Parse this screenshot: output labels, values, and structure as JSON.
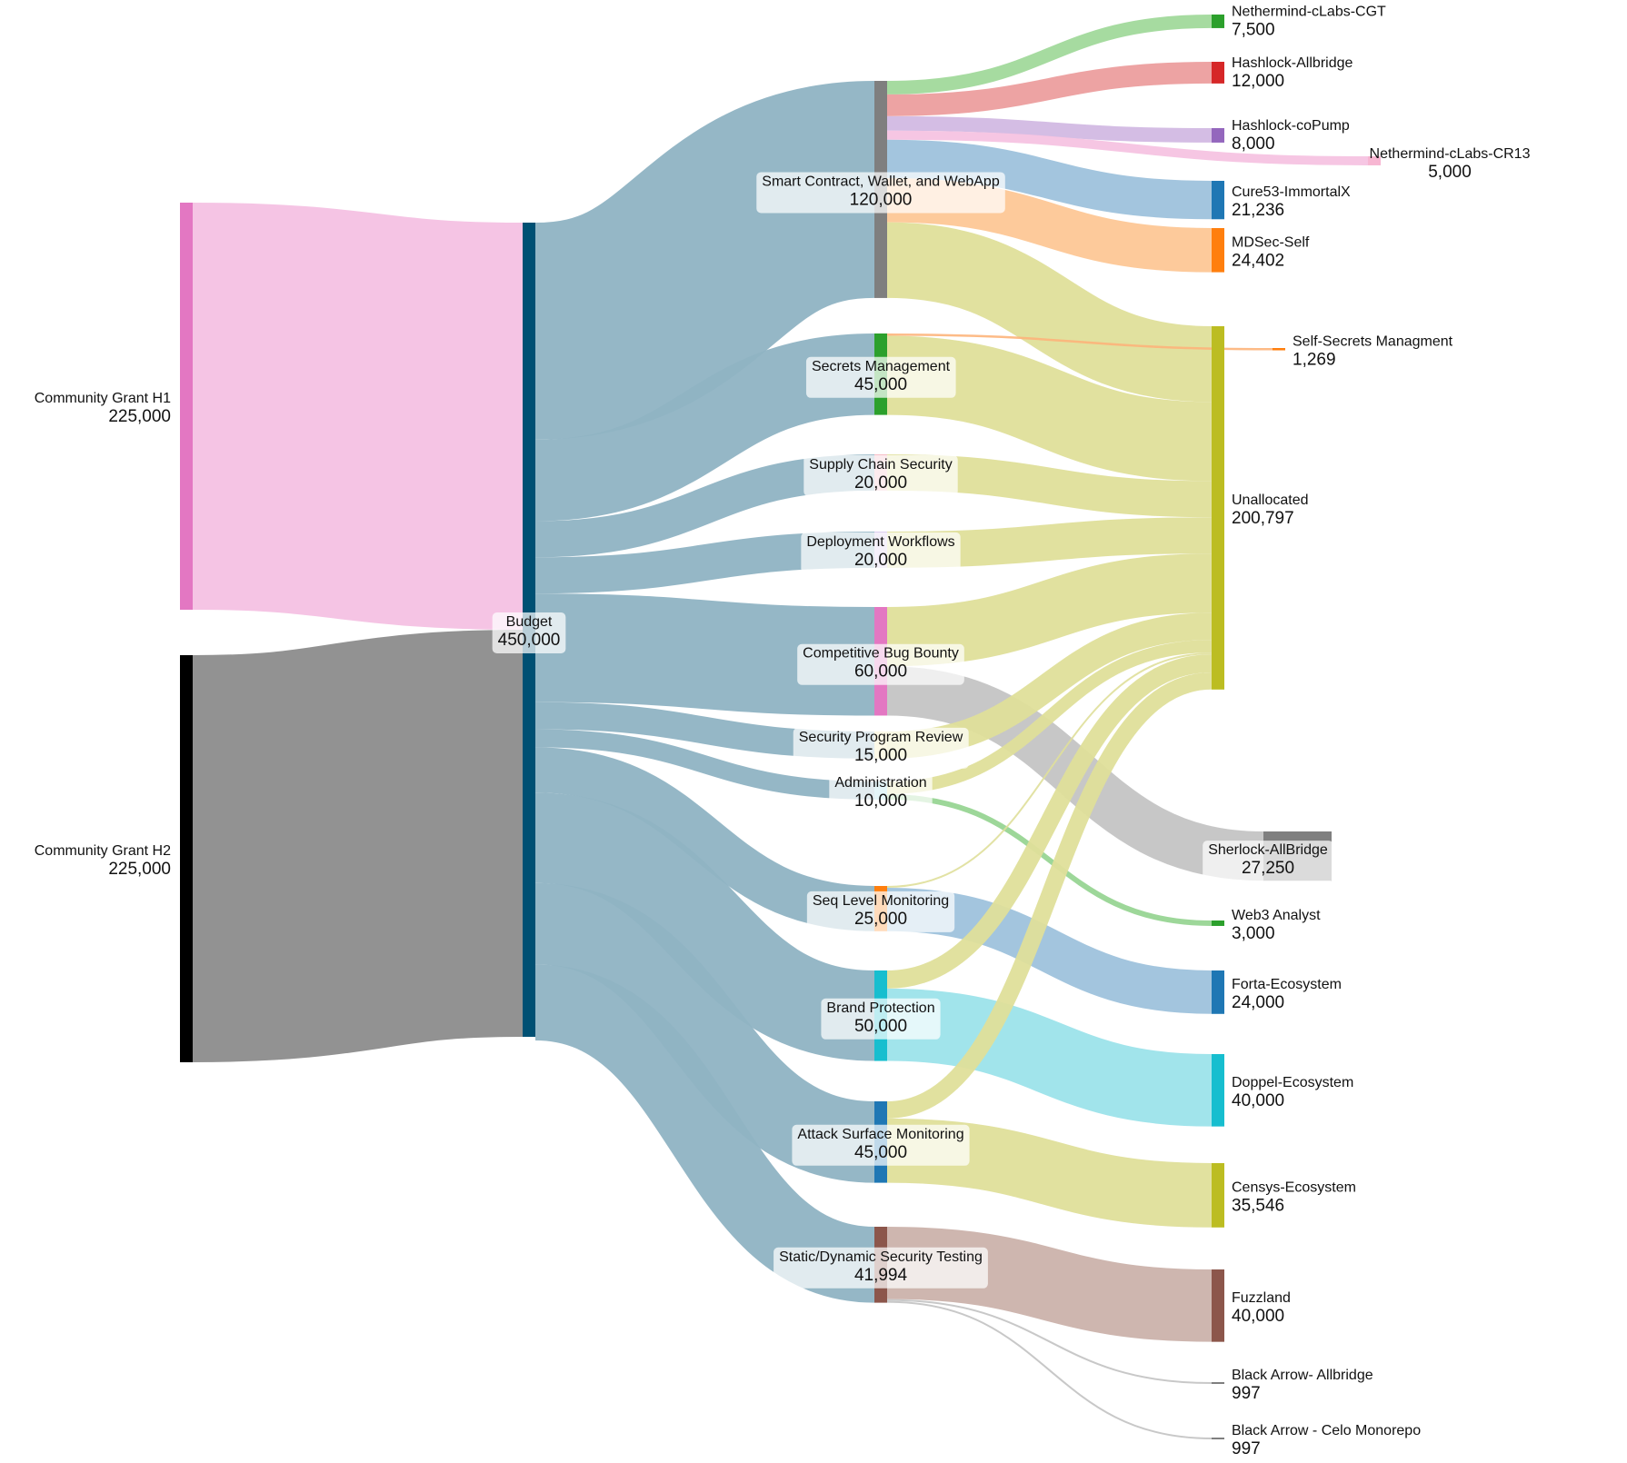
{
  "chart_data": {
    "type": "sankey",
    "title": "",
    "units": "",
    "nodes": [
      {
        "id": "h1",
        "name": "Community Grant H1",
        "value": 225000,
        "color": "#e377c2",
        "column": 0
      },
      {
        "id": "h2",
        "name": "Community Grant H2",
        "value": 225000,
        "color": "#000000",
        "column": 0
      },
      {
        "id": "budget",
        "name": "Budget",
        "value": 450000,
        "color": "#005073",
        "column": 1
      },
      {
        "id": "sc",
        "name": "Smart Contract, Wallet, and WebApp",
        "value": 120000,
        "color": "#7f7f7f",
        "column": 2
      },
      {
        "id": "secrets",
        "name": "Secrets Management",
        "value": 45000,
        "color": "#2ca02c",
        "column": 2
      },
      {
        "id": "supply",
        "name": "Supply Chain Security",
        "value": 20000,
        "color": "#f5b8c0",
        "column": 2
      },
      {
        "id": "deploy",
        "name": "Deployment Workflows",
        "value": 20000,
        "color": "#d9c8ec",
        "column": 2
      },
      {
        "id": "bounty",
        "name": "Competitive Bug Bounty",
        "value": 60000,
        "color": "#e377c2",
        "column": 2
      },
      {
        "id": "review",
        "name": "Security Program Review",
        "value": 15000,
        "color": "#f3eaa8",
        "column": 2
      },
      {
        "id": "admin",
        "name": "Administration",
        "value": 10000,
        "color": "#9edae5",
        "column": 2
      },
      {
        "id": "seq",
        "name": "Seq Level Monitoring",
        "value": 25000,
        "color": "#ff7f0e",
        "column": 2
      },
      {
        "id": "brand",
        "name": "Brand Protection",
        "value": 50000,
        "color": "#17becf",
        "column": 2
      },
      {
        "id": "attack",
        "name": "Attack Surface Monitoring",
        "value": 45000,
        "color": "#1f77b4",
        "column": 2
      },
      {
        "id": "static",
        "name": "Static/Dynamic Security Testing",
        "value": 41994,
        "color": "#8c564b",
        "column": 2
      },
      {
        "id": "cgt",
        "name": "Nethermind-cLabs-CGT",
        "value": 7500,
        "color": "#2ca02c",
        "column": 3
      },
      {
        "id": "allbridge",
        "name": "Hashlock-Allbridge",
        "value": 12000,
        "color": "#d62728",
        "column": 3
      },
      {
        "id": "copump",
        "name": "Hashlock-coPump",
        "value": 8000,
        "color": "#9467bd",
        "column": 3
      },
      {
        "id": "cr13",
        "name": "Nethermind-cLabs-CR13",
        "value": 5000,
        "color": "#f7b6d2",
        "column": 3
      },
      {
        "id": "cure53",
        "name": "Cure53-ImmortalX",
        "value": 21236,
        "color": "#1f77b4",
        "column": 3
      },
      {
        "id": "mdsec",
        "name": "MDSec-Self",
        "value": 24402,
        "color": "#ff7f0e",
        "column": 3
      },
      {
        "id": "selfsecrets",
        "name": "Self-Secrets Managment",
        "value": 1269,
        "color": "#ff7f0e",
        "column": 3
      },
      {
        "id": "unalloc",
        "name": "Unallocated",
        "value": 200797,
        "color": "#bcbd22",
        "column": 3
      },
      {
        "id": "sherlock",
        "name": "Sherlock-AllBridge",
        "value": 27250,
        "color": "#7f7f7f",
        "column": 3
      },
      {
        "id": "web3",
        "name": "Web3 Analyst",
        "value": 3000,
        "color": "#2ca02c",
        "column": 3
      },
      {
        "id": "forta",
        "name": "Forta-Ecosystem",
        "value": 24000,
        "color": "#1f77b4",
        "column": 3
      },
      {
        "id": "doppel",
        "name": "Doppel-Ecosystem",
        "value": 40000,
        "color": "#17becf",
        "column": 3
      },
      {
        "id": "censys",
        "name": "Censys-Ecosystem",
        "value": 35546,
        "color": "#bcbd22",
        "column": 3
      },
      {
        "id": "fuzzland",
        "name": "Fuzzland",
        "value": 40000,
        "color": "#8c564b",
        "column": 3
      },
      {
        "id": "ba_allbridge",
        "name": "Black Arrow- Allbridge",
        "value": 997,
        "color": "#7f7f7f",
        "column": 3
      },
      {
        "id": "ba_celo",
        "name": "Black Arrow - Celo Monorepo",
        "value": 997,
        "color": "#7f7f7f",
        "column": 3
      }
    ],
    "links": [
      {
        "source": "h1",
        "target": "budget",
        "value": 225000,
        "color": "#f4c1e3"
      },
      {
        "source": "h2",
        "target": "budget",
        "value": 225000,
        "color": "#8c8c8c"
      },
      {
        "source": "budget",
        "target": "sc",
        "value": 120000,
        "color": "#8fb3c3"
      },
      {
        "source": "budget",
        "target": "secrets",
        "value": 45000,
        "color": "#8fb3c3"
      },
      {
        "source": "budget",
        "target": "supply",
        "value": 20000,
        "color": "#8fb3c3"
      },
      {
        "source": "budget",
        "target": "deploy",
        "value": 20000,
        "color": "#8fb3c3"
      },
      {
        "source": "budget",
        "target": "bounty",
        "value": 60000,
        "color": "#8fb3c3"
      },
      {
        "source": "budget",
        "target": "review",
        "value": 15000,
        "color": "#8fb3c3"
      },
      {
        "source": "budget",
        "target": "admin",
        "value": 10000,
        "color": "#8fb3c3"
      },
      {
        "source": "budget",
        "target": "seq",
        "value": 25000,
        "color": "#8fb3c3"
      },
      {
        "source": "budget",
        "target": "brand",
        "value": 50000,
        "color": "#8fb3c3"
      },
      {
        "source": "budget",
        "target": "attack",
        "value": 45000,
        "color": "#8fb3c3"
      },
      {
        "source": "budget",
        "target": "static",
        "value": 41994,
        "color": "#8fb3c3"
      },
      {
        "source": "sc",
        "target": "cgt",
        "value": 7500,
        "color": "#a1d99b"
      },
      {
        "source": "sc",
        "target": "allbridge",
        "value": 12000,
        "color": "#ec9e9e"
      },
      {
        "source": "sc",
        "target": "copump",
        "value": 8000,
        "color": "#d2b9e3"
      },
      {
        "source": "sc",
        "target": "cr13",
        "value": 5000,
        "color": "#f5c3e2"
      },
      {
        "source": "sc",
        "target": "cure53",
        "value": 21236,
        "color": "#9ec2dc"
      },
      {
        "source": "sc",
        "target": "mdsec",
        "value": 24402,
        "color": "#fdc796"
      },
      {
        "source": "sc",
        "target": "unalloc",
        "value": 41862,
        "color": "#dfdf9a"
      },
      {
        "source": "secrets",
        "target": "selfsecrets",
        "value": 1269,
        "color": "#fdb47a"
      },
      {
        "source": "secrets",
        "target": "unalloc",
        "value": 43731,
        "color": "#dfdf9a"
      },
      {
        "source": "supply",
        "target": "unalloc",
        "value": 20000,
        "color": "#dfdf9a"
      },
      {
        "source": "deploy",
        "target": "unalloc",
        "value": 20000,
        "color": "#dfdf9a"
      },
      {
        "source": "bounty",
        "target": "unalloc",
        "value": 32750,
        "color": "#dfdf9a"
      },
      {
        "source": "bounty",
        "target": "sherlock",
        "value": 27250,
        "color": "#c4c4c4"
      },
      {
        "source": "review",
        "target": "unalloc",
        "value": 15000,
        "color": "#dfdf9a"
      },
      {
        "source": "admin",
        "target": "unalloc",
        "value": 7000,
        "color": "#dfdf9a"
      },
      {
        "source": "admin",
        "target": "web3",
        "value": 3000,
        "color": "#98d594"
      },
      {
        "source": "seq",
        "target": "unalloc",
        "value": 1000,
        "color": "#dfdf9a"
      },
      {
        "source": "seq",
        "target": "forta",
        "value": 24000,
        "color": "#9ec2dc"
      },
      {
        "source": "brand",
        "target": "unalloc",
        "value": 10000,
        "color": "#dfdf9a"
      },
      {
        "source": "brand",
        "target": "doppel",
        "value": 40000,
        "color": "#9ce3ea"
      },
      {
        "source": "attack",
        "target": "unalloc",
        "value": 9454,
        "color": "#dfdf9a"
      },
      {
        "source": "attack",
        "target": "censys",
        "value": 35546,
        "color": "#dfdf9a"
      },
      {
        "source": "static",
        "target": "unalloc",
        "value": 0,
        "color": "#dfdf9a"
      },
      {
        "source": "static",
        "target": "fuzzland",
        "value": 40000,
        "color": "#cbb2ab"
      },
      {
        "source": "static",
        "target": "ba_allbridge",
        "value": 997,
        "color": "#c2c2c2"
      },
      {
        "source": "static",
        "target": "ba_celo",
        "value": 997,
        "color": "#c2c2c2"
      }
    ]
  }
}
